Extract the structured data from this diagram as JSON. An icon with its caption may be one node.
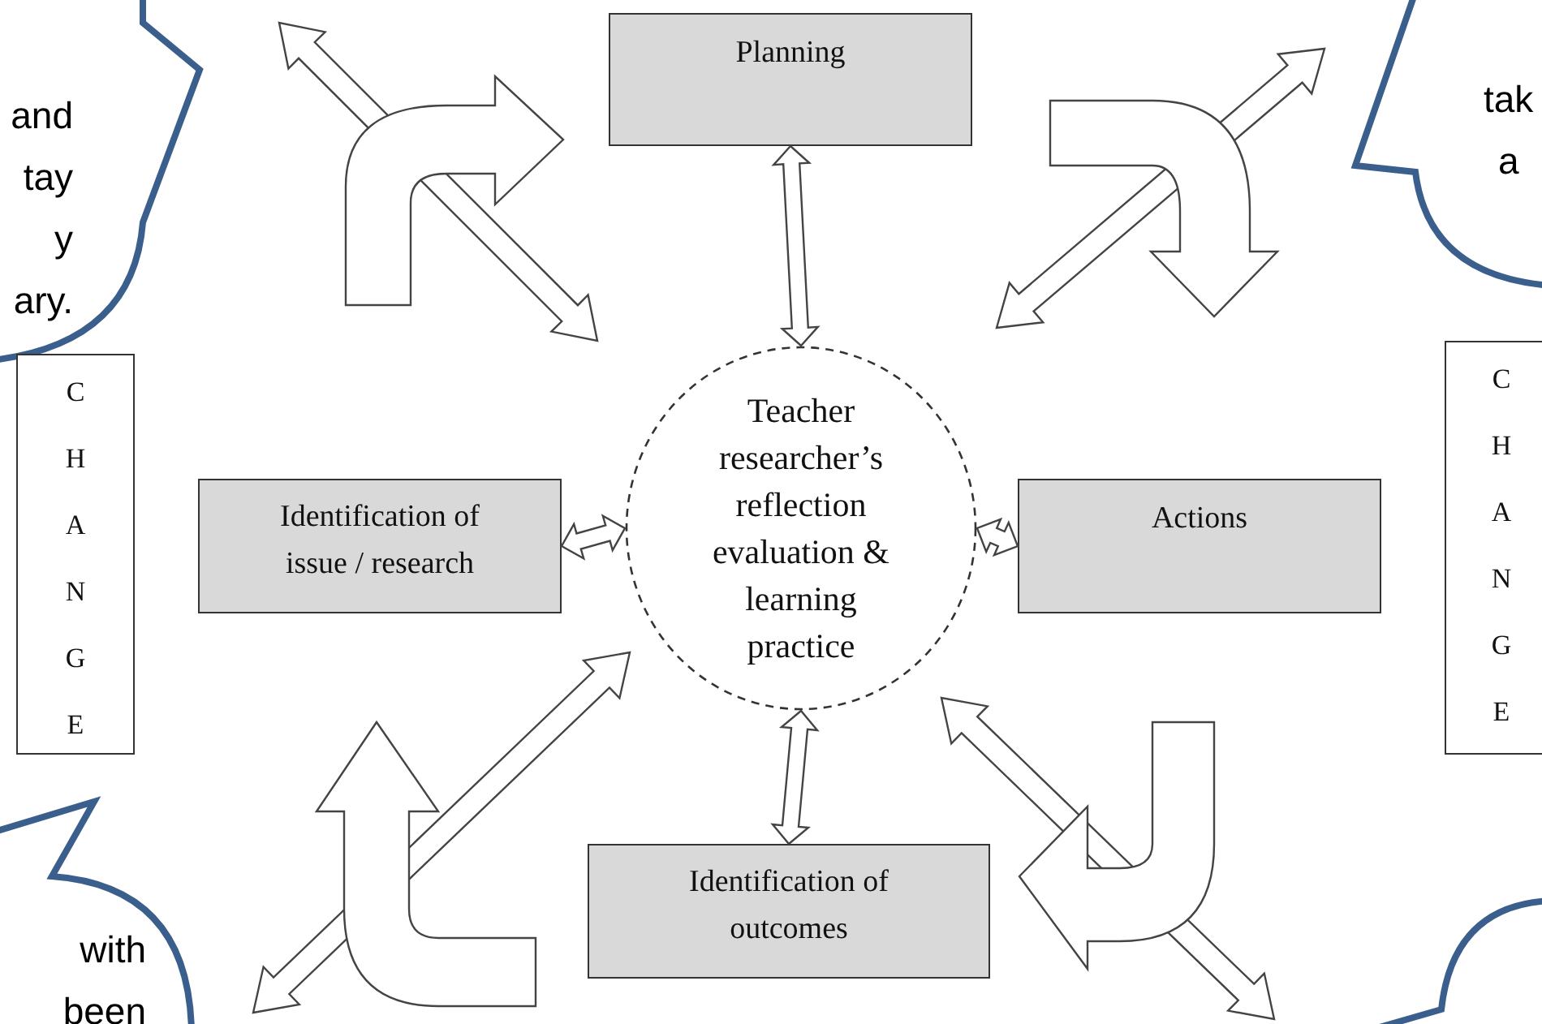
{
  "diagram": {
    "nodes": [
      {
        "text": [
          "Planning"
        ]
      },
      {
        "text": [
          "Teacher researcher’s reflection evaluation & learning practice"
        ]
      },
      {
        "text": [
          "Identification of issue / research"
        ]
      },
      {
        "text": [
          "Actions"
        ]
      },
      {
        "text": [
          "Identification of outcomes"
        ]
      },
      {
        "text": [
          "CHANGE"
        ]
      },
      {
        "text": [
          "CHANGE"
        ]
      },
      {
        "text": [
          "and tay y ary."
        ]
      },
      {
        "text": [
          "tak a"
        ]
      },
      {
        "text": [
          "with been"
        ]
      },
      {
        "text": [],
        "shape": "bubble"
      }
    ],
    "edges": [
      {
        "from": 0,
        "to": 1,
        "arrow": "both"
      },
      {
        "from": 2,
        "to": 1,
        "arrow": "both"
      },
      {
        "from": 1,
        "to": 3,
        "arrow": "both"
      },
      {
        "from": 1,
        "to": 4,
        "arrow": "both"
      }
    ]
  }
}
